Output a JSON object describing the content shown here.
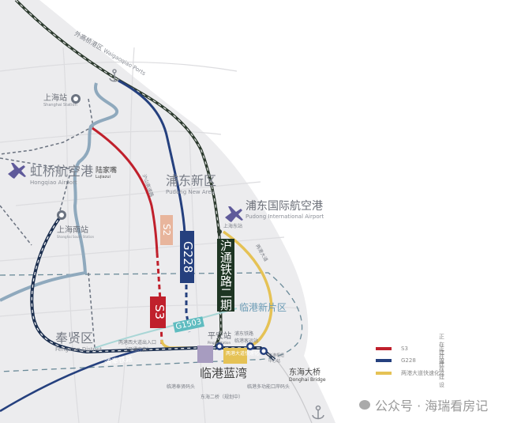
{
  "places": {
    "waigaoqiao_port": {
      "zh": "外高桥港区",
      "en": "Waigaoqiao Ports"
    },
    "shanghai_station": {
      "zh": "上海站",
      "en": "Shanghai Station"
    },
    "hongqiao_airport": {
      "zh": "虹桥航空港",
      "en": "Hongqiao Airport"
    },
    "lujiazui": {
      "zh": "陆家嘴",
      "en": "Lujiazui"
    },
    "pudong_new_area": {
      "zh": "浦东新区",
      "en": "Pudong New Area"
    },
    "pudong_airport": {
      "zh": "浦东国际航空港",
      "en": "Pudong International Airport"
    },
    "shanghai_south": {
      "zh": "上海南站",
      "en": "Shanghai South Station"
    },
    "shanghai_east": {
      "zh": "上海东站"
    },
    "fengxian": {
      "zh": "奉贤区",
      "en": "Fengxian District"
    },
    "lingang_new_area": {
      "zh": "临港新片区"
    },
    "pingan_station": {
      "zh": "平安站",
      "en": "Pingan Station"
    },
    "lingang_bay": {
      "zh": "临港蓝湾"
    },
    "donghai_bridge": {
      "zh": "东海大桥",
      "en": "Donghai Bridge"
    },
    "pufeng_railway": {
      "zh": "浦奉铁路"
    },
    "liangang_road": {
      "zh": "两港大道"
    },
    "hushan_expressway": {
      "zh": "沪山高速路"
    },
    "liangang_exit": {
      "zh": "两港西大道出入口",
      "sub": "（开通方向）"
    },
    "pudong_rail_lingang": {
      "zh": "浦东铁路",
      "sub": "临港客运站"
    },
    "lingang_hub": {
      "zh": "临港枢纽",
      "sub": "中心站"
    },
    "fengxian_wharf": {
      "zh": "临港奉贤码头"
    },
    "donghai_second_bridge": {
      "zh": "东海二桥（规划中）"
    },
    "lingang_multi_wharf": {
      "zh": "临港多功能口岸码头"
    },
    "liangang_express_box": {
      "zh": "两港大道快速化"
    }
  },
  "route_tags": {
    "s2": "S2",
    "g228": "G228",
    "s3": "S3",
    "g1503": "G1503",
    "hutong": "沪通铁路二期"
  },
  "legend": [
    {
      "name": "S3",
      "status": "正在建设",
      "color": "#c0202c"
    },
    {
      "name": "G228",
      "status": "正在建设",
      "color": "#25407e"
    },
    {
      "name": "两港大道快速化",
      "status": "正在建设",
      "color": "#e5c255"
    }
  ],
  "watermark": "公众号 · 海瑞看房记",
  "colors": {
    "land": "#ececee",
    "sea": "#ffffff",
    "rail": "#2d3b2f",
    "river": "#8fa9bd",
    "g1503": "#5fbcc0",
    "s2": "#e8b59c"
  },
  "icons": [
    "anchor-icon",
    "airplane-icon",
    "railway-station-icon",
    "location-pin-icon",
    "wechat-icon"
  ]
}
